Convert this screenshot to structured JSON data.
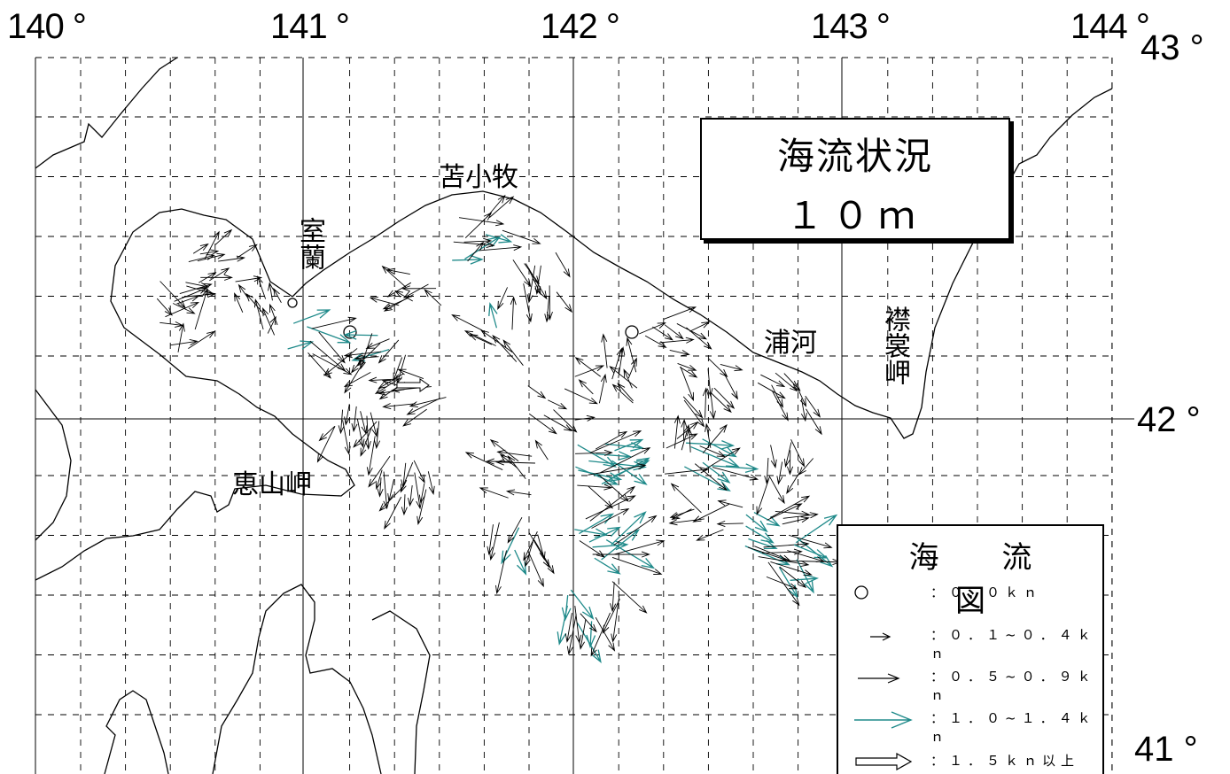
{
  "longitude_labels": [
    "140 °",
    "141 °",
    "142 °",
    "143 °",
    "144 °"
  ],
  "latitude_labels": [
    "43 °",
    "42 °",
    "41 °"
  ],
  "places": {
    "tomakomai": "苫小牧",
    "muroran": "室蘭",
    "urakawa": "浦河",
    "erimo": "襟裳岬",
    "esan": "恵山岬"
  },
  "title": {
    "line1": "海流状況",
    "line2": "１０ｍ"
  },
  "legend": {
    "title": "海 流 図",
    "items": [
      {
        "text": "：０．０ｋｎ",
        "symbol": "circle-icon"
      },
      {
        "text": "：０．１~０．４ｋｎ",
        "symbol": "short-arrow-icon"
      },
      {
        "text": "：０．５~０．９ｋｎ",
        "symbol": "medium-arrow-icon"
      },
      {
        "text": "：１．０~１．４ｋｎ",
        "symbol": "teal-arrow-icon"
      },
      {
        "text": "：１．５ｋｎ以上",
        "symbol": "hollow-arrow-icon"
      }
    ]
  },
  "colors": {
    "strong_current": "#1f8a8a",
    "line": "#000000"
  }
}
